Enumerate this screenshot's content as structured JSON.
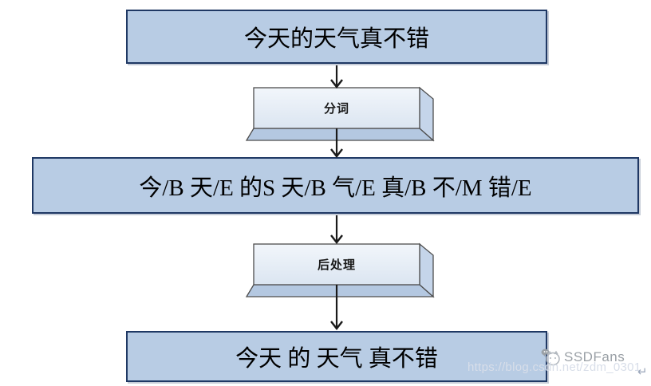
{
  "colors": {
    "box_fill": "#b8cce4",
    "box_border": "#1f3864",
    "step_face_top": "#f2f6fb",
    "step_face_bottom": "#dbe5f1",
    "step_side_right": "#c5d5ea",
    "step_side_bottom": "#b4c8e1",
    "step_border": "#4d4d4d",
    "arrow": "#1a1a1a",
    "watermark_text": "#9aa0a6",
    "watermark_url": "#d8dee9"
  },
  "flow": {
    "input_box": {
      "text": "今天的天气真不错"
    },
    "segmentation_step": {
      "label": "分词"
    },
    "tagged_box": {
      "text": "今/B 天/E 的S 天/B 气/E 真/B 不/M 错/E"
    },
    "postprocess_step": {
      "label": "后处理"
    },
    "output_box": {
      "text": "今天 的 天气 真不错"
    }
  },
  "watermark": {
    "brand": "SSDFans",
    "url": "https://blog.csdn.net/zdm_0301",
    "logo_icon": "chat-cat-logo-icon",
    "return_mark": "↵"
  }
}
